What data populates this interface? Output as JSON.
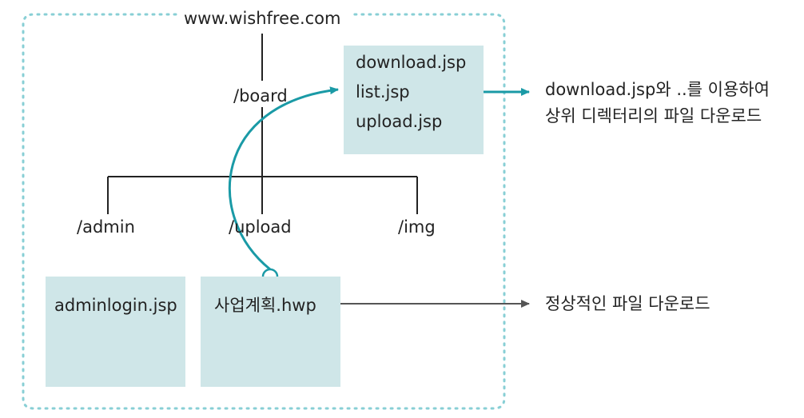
{
  "colors": {
    "border": "#88cfd5",
    "box_fill": "#cfe6e8",
    "tree_line": "#222222",
    "attack_arrow": "#1a9aa6",
    "normal_arrow": "#555555"
  },
  "server": {
    "domain": "www.wishfree.com"
  },
  "folders": {
    "board": "/board",
    "admin": "/admin",
    "upload": "/upload",
    "img": "/img"
  },
  "board_files": [
    "download.jsp",
    "list.jsp",
    "upload.jsp"
  ],
  "admin_files": [
    "adminlogin.jsp"
  ],
  "upload_files": [
    "사업계획.hwp"
  ],
  "annotations": {
    "attack_line1": "download.jsp와 ..를 이용하여",
    "attack_line2": "상위 디렉터리의 파일 다운로드",
    "normal": "정상적인 파일 다운로드"
  }
}
